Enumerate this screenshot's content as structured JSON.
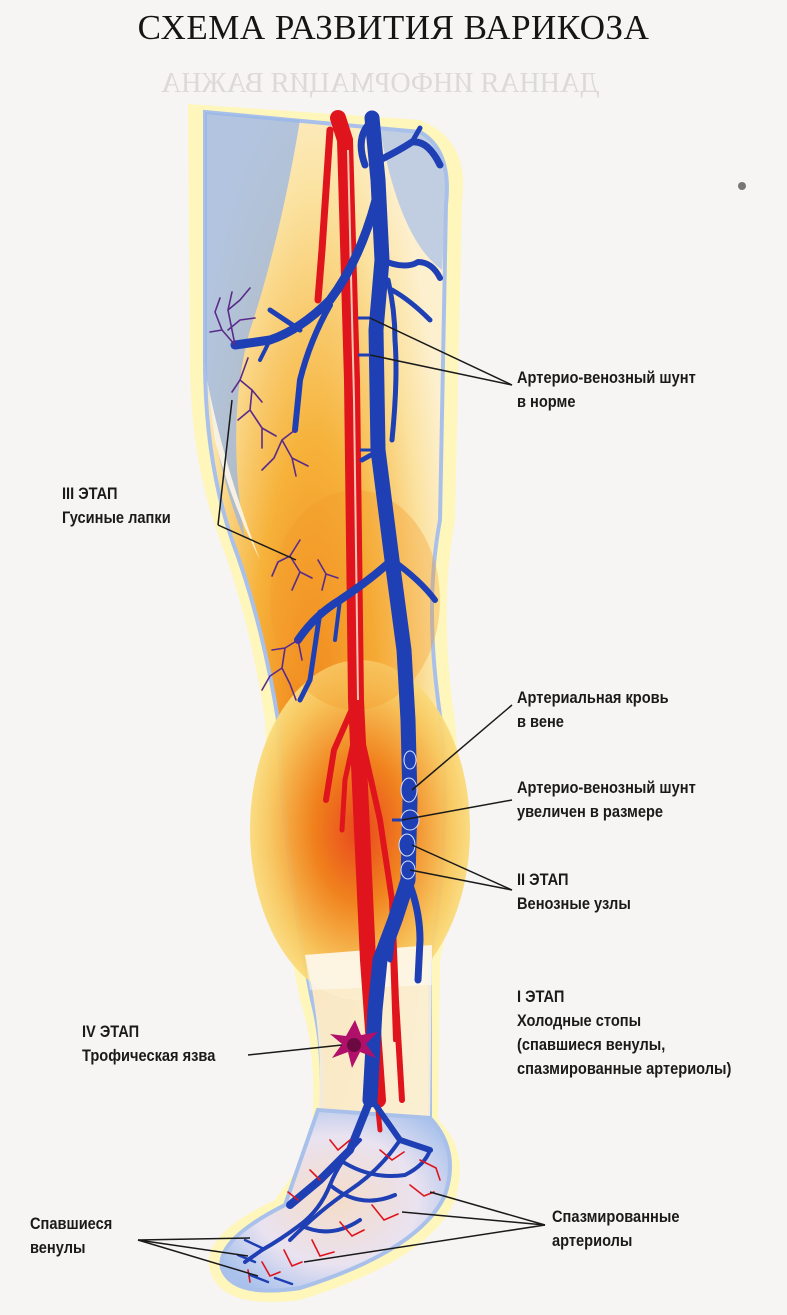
{
  "title": "СХЕМА РАЗВИТИЯ ВАРИКОЗА",
  "labels": {
    "shunt_normal": [
      "Артерио-венозный шунт",
      "в норме"
    ],
    "stage3": [
      "III ЭТАП",
      "Гусиные лапки"
    ],
    "arterial_blood": [
      "Артериальная кровь",
      "в вене"
    ],
    "shunt_enlarged": [
      "Артерио-венозный шунт",
      "увеличен в размере"
    ],
    "stage2": [
      "II ЭТАП",
      "Венозные узлы"
    ],
    "stage1": [
      "I ЭТАП",
      "Холодные стопы",
      "(спавшиеся венулы,",
      "спазмированные артериолы)"
    ],
    "stage4": [
      "IV ЭТАП",
      "Трофическая язва"
    ],
    "collapsed_venules": [
      "Спавшиеся",
      "венулы"
    ],
    "spasmed_arterioles": [
      "Спазмированные",
      "артериолы"
    ]
  },
  "colors": {
    "vein": "#1f3fb4",
    "artery": "#e0141c",
    "leg_warm": "#f29a20",
    "leg_cool": "#9db8e6",
    "spider": "#5a2b8a",
    "ulcer": "#b0106a"
  }
}
